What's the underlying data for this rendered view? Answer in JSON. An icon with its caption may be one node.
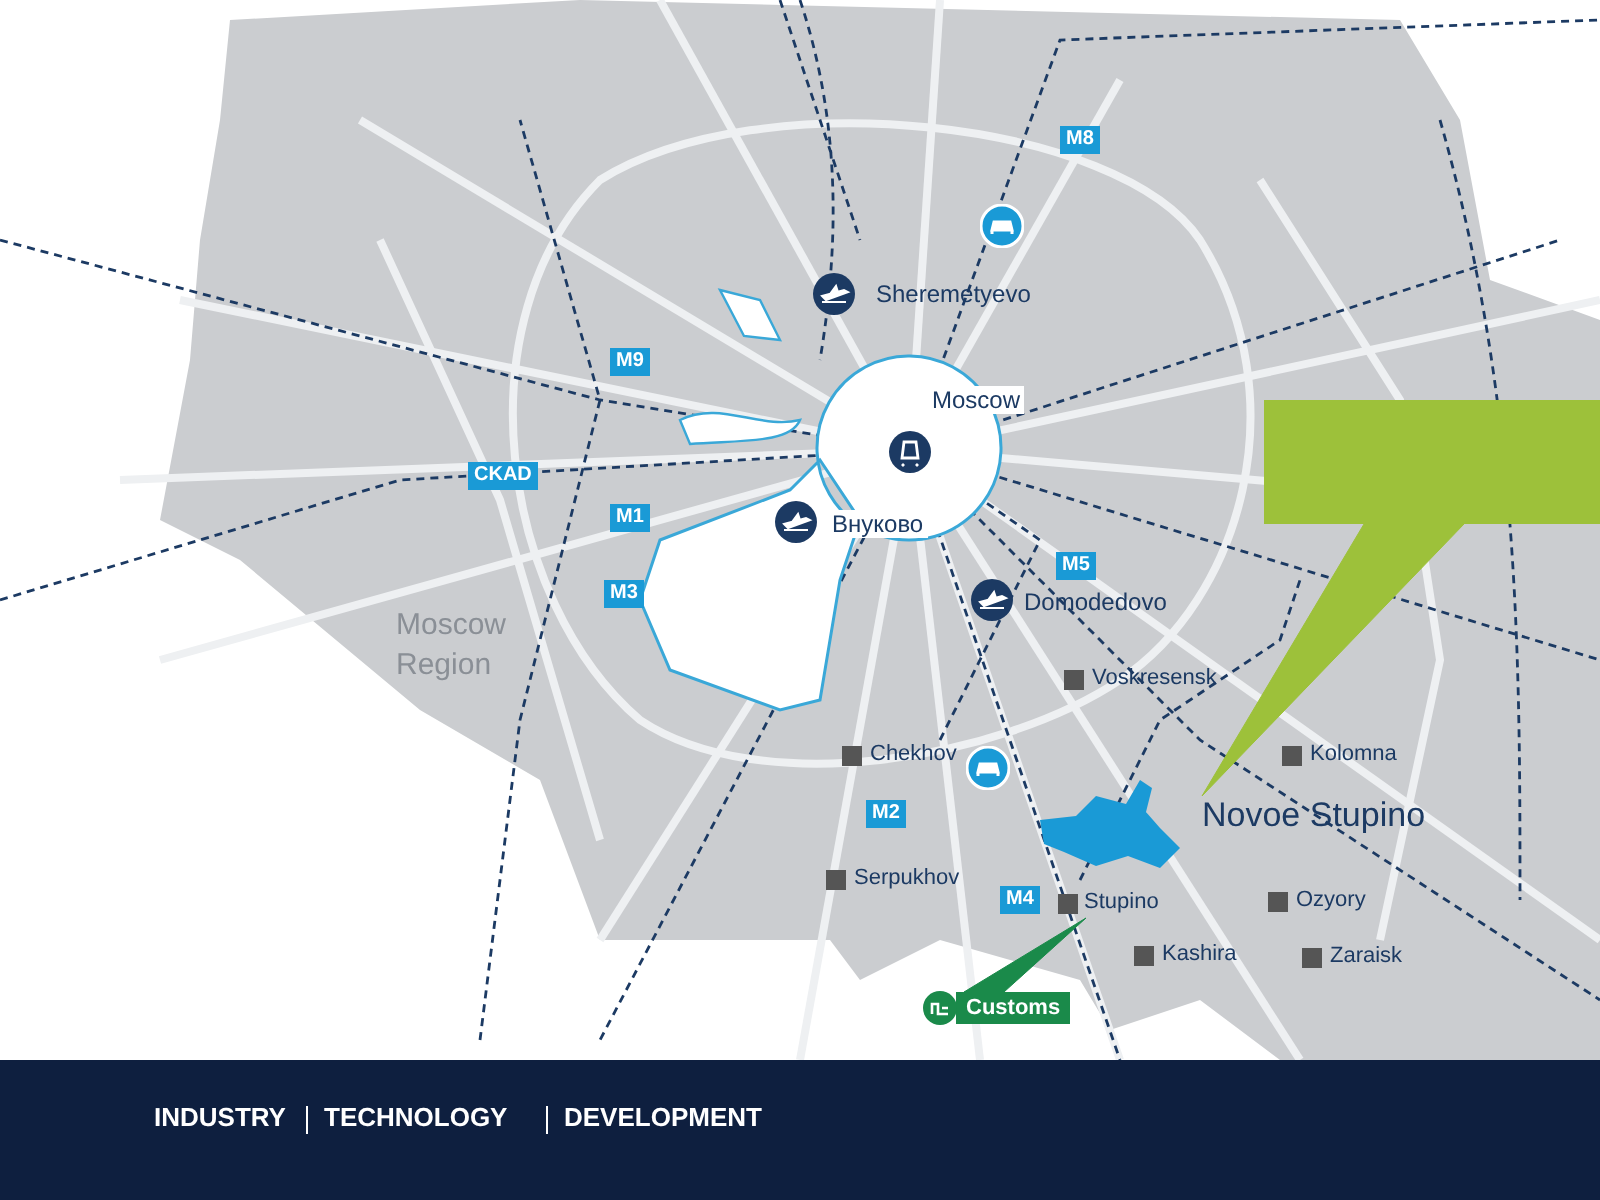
{
  "diagram": {
    "nodes": [
      {
        "text": [],
        "shape": "box"
      },
      {
        "text": [
          "Novoe Stupino"
        ]
      },
      {
        "text": [
          "Customs"
        ]
      },
      {
        "text": [
          "Stupino"
        ]
      }
    ],
    "edges": [
      {
        "from": 0,
        "to": 1,
        "arrow": "none"
      },
      {
        "from": 2,
        "to": 3,
        "arrow": "none",
        "color": "#1a8a4a"
      }
    ],
    "labels": [
      "M8",
      "Sheremetyevo",
      "M9",
      "Moscow",
      "CKAD",
      "M1",
      "Внуково",
      "M5",
      "Domodedovo",
      "Moscow Region",
      "M3",
      "Voskresensk",
      "Chekhov",
      "Kolomna",
      "M2",
      "Serpukhov",
      "M4",
      "Ozyory",
      "Kashira",
      "Zaraisk",
      "INDUSTRY",
      "TECHNOLOGY",
      "DEVELOPMENT"
    ]
  }
}
